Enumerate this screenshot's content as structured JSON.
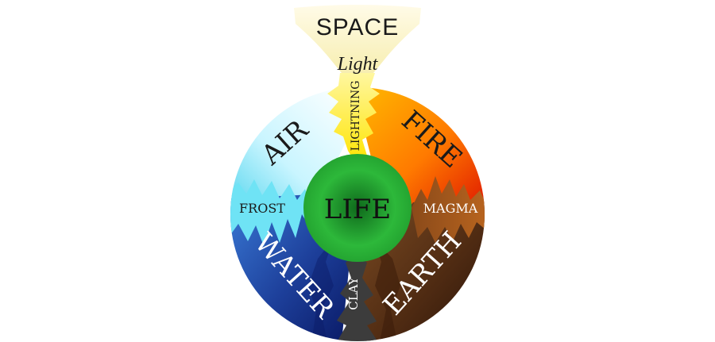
{
  "labels": {
    "space": "SPACE",
    "light": "Light",
    "lightning": "LIGHTNING",
    "air": "AIR",
    "fire": "FIRE",
    "frost": "FROST",
    "magma": "MAGMA",
    "life": "LIFE",
    "water": "WATER",
    "earth": "EARTH",
    "clay": "CLAY"
  },
  "colors": {
    "space": "#fdf6c8",
    "lightning": "#ffec1a",
    "air": "#bff3ff",
    "fire": "#ff7a00",
    "fire_edge": "#e01a00",
    "water": "#2a5fb8",
    "water_dark": "#0a1a66",
    "earth": "#5a3218",
    "earth_dark": "#2a1408",
    "clay": "#3a3a3a",
    "life": "#2db83a",
    "life_dark": "#0f6a1c"
  }
}
